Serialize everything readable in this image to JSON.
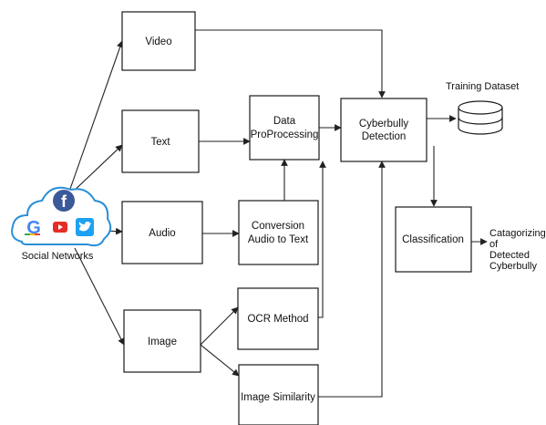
{
  "source_label": "Social Networks",
  "dataset_label": "Training Dataset",
  "nodes": {
    "video": "Video",
    "text": "Text",
    "audio": "Audio",
    "image": "Image",
    "data_proc": [
      "Data",
      "ProProcessing"
    ],
    "conversion": [
      "Conversion",
      "Audio to Text"
    ],
    "ocr": "OCR Method",
    "image_similarity": "Image Similarity",
    "detection": [
      "Cyberbully",
      "Detection"
    ],
    "classification": "Classification"
  },
  "output_label": [
    "Catagorizing",
    "of",
    "Detected",
    "Cyberbully"
  ],
  "icons": {
    "cloud": "cloud-icon",
    "facebook": "facebook-icon",
    "google": "google-icon",
    "youtube": "youtube-icon",
    "twitter": "twitter-icon",
    "database": "database-icon"
  },
  "colors": {
    "cloud_stroke": "#2a8fd6",
    "facebook": "#3b5998",
    "google_red": "#ea4335",
    "google_blue": "#4285f4",
    "google_yellow": "#fbbc05",
    "google_green": "#34a853",
    "youtube": "#e52d27",
    "twitter": "#1da1f2"
  }
}
